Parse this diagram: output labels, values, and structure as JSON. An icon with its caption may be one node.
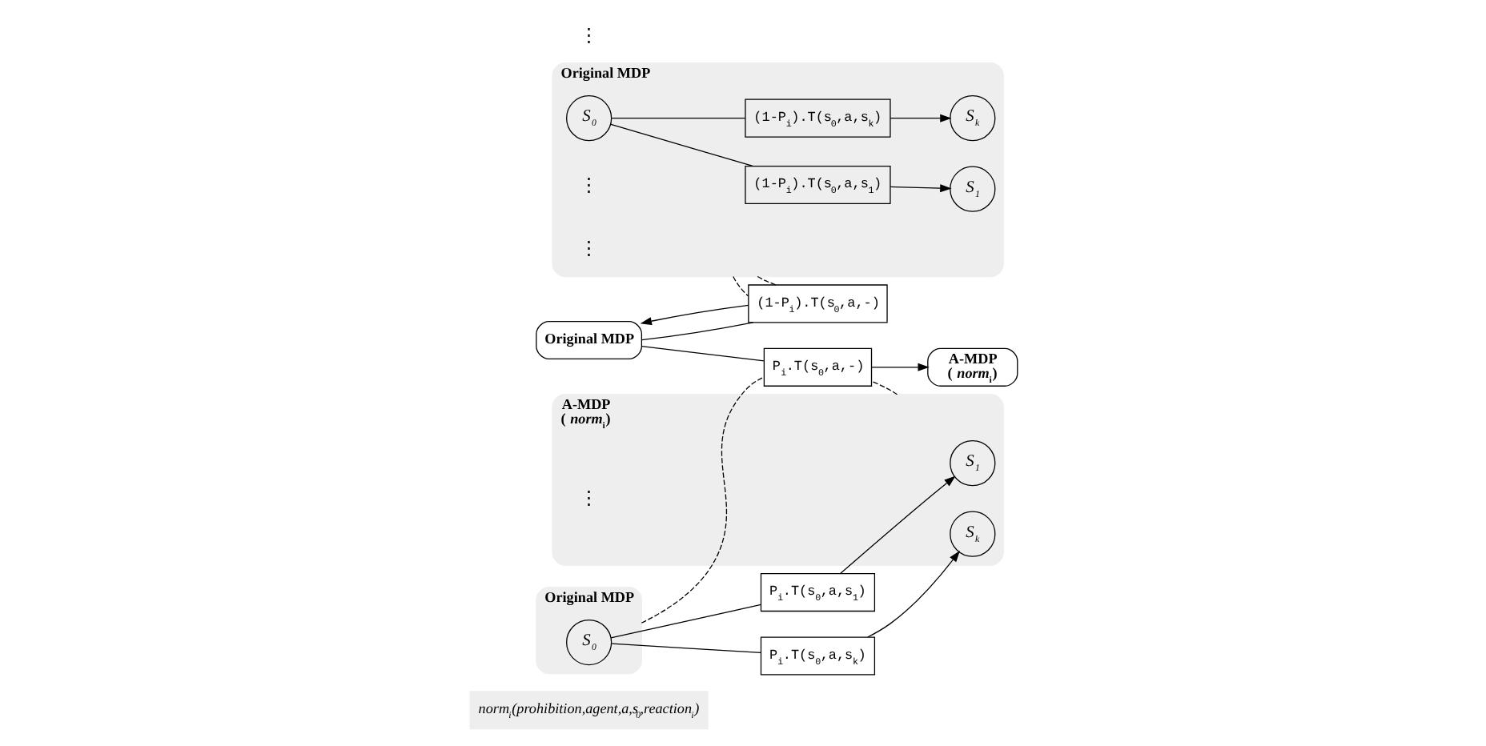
{
  "diagram": {
    "nodes": [
      {
        "text": [
          "norm$_{i}$(prohibition,agent,a,s$_{0}$,reaction$_{i}$)"
        ]
      },
      {
        "text": [
          "Original MDP"
        ]
      },
      {
        "text": [
          "S$_{0}$"
        ],
        "in": 1
      },
      {
        "text": [
          "(1-P$_{i}$).T(s$_{0}$,a,s$_{1}$)"
        ],
        "in": 1
      },
      {
        "text": [
          "S$_{1}$"
        ],
        "in": 1
      },
      {
        "text": [
          "(1-P$_{i}$).T(s$_{0}$,a,s$_{k}$)"
        ],
        "in": 1
      },
      {
        "text": [
          "S$_{k}$"
        ],
        "in": 1
      },
      {
        "text": [
          "Original MDP"
        ]
      },
      {
        "text": [
          "S$_{0}$"
        ],
        "in": 7
      },
      {
        "text": [
          "P$_{i}$.T(s$_{0}$,a,s$_{1}$)"
        ]
      },
      {
        "text": [
          "P$_{i}$.T(s$_{0}$,a,s$_{k}$)"
        ]
      },
      {
        "text": [
          "A-MDP",
          "( *norm*$_{i}$)"
        ]
      },
      {
        "text": [
          "S$_{1}$"
        ],
        "in": 11
      },
      {
        "text": [
          "S$_{k}$"
        ],
        "in": 11
      },
      {
        "text": [
          "(1-P$_{i}$).T(s$_{0}$,a,-)"
        ]
      },
      {
        "text": [
          "Original MDP"
        ]
      },
      {
        "text": [
          "P$_{i}$.T(s$_{0}$,a,-)"
        ]
      },
      {
        "text": [
          "A-MDP",
          "( *norm*$_{i}$)"
        ]
      }
    ],
    "edges": [
      {
        "from": 2,
        "to": 3,
        "arrow": "none"
      },
      {
        "from": 3,
        "to": 4,
        "arrow": "to"
      },
      {
        "from": 2,
        "to": 5,
        "arrow": "none"
      },
      {
        "from": 5,
        "to": 6,
        "arrow": "to"
      },
      {
        "from": 8,
        "to": 9,
        "arrow": "none"
      },
      {
        "from": 9,
        "to": 12,
        "arrow": "to"
      },
      {
        "from": 8,
        "to": 10,
        "arrow": "none"
      },
      {
        "from": 10,
        "to": 13,
        "arrow": "to"
      },
      {
        "from": 1,
        "to": 14,
        "arrow": "none",
        "style": "dashed"
      },
      {
        "from": 1,
        "to": 14,
        "arrow": "none",
        "style": "dashed"
      },
      {
        "from": 15,
        "to": 14,
        "arrow": "none"
      },
      {
        "from": 14,
        "to": 15,
        "arrow": "to"
      },
      {
        "from": 15,
        "to": 16,
        "arrow": "none"
      },
      {
        "from": 16,
        "to": 17,
        "arrow": "to"
      },
      {
        "from": 7,
        "to": 16,
        "arrow": "none",
        "style": "dashed"
      },
      {
        "from": 11,
        "to": 16,
        "arrow": "none",
        "style": "dashed"
      }
    ],
    "labels": [
      "⋮",
      "⋮",
      "⋮",
      "⋮"
    ]
  }
}
